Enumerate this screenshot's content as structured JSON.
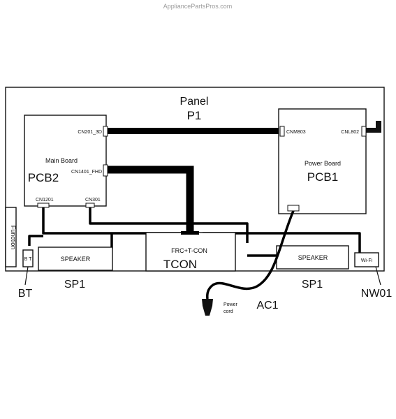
{
  "watermark": "AppliancePartsPros.com",
  "panel": {
    "label": "Panel",
    "code": "P1"
  },
  "main_board": {
    "label": "Main Board",
    "code": "PCB2",
    "connectors": [
      "CN201_3D",
      "CN1401_FHD",
      "CN1201",
      "CN301"
    ]
  },
  "power_board": {
    "label": "Power Board",
    "code": "PCB1",
    "connectors": [
      "CNM803",
      "CNL802"
    ]
  },
  "function_key": {
    "label": "Function"
  },
  "bt_module": {
    "label": "B T",
    "code": "BT"
  },
  "speaker_left": {
    "label": "SPEAKER",
    "code": "SP1"
  },
  "speaker_right": {
    "label": "SPEAKER",
    "code": "SP1"
  },
  "tcon": {
    "label": "FRC+T-CON",
    "code": "TCON"
  },
  "wifi": {
    "label": "Wi-Fi",
    "code": "NW01"
  },
  "power_cord": {
    "label_line1": "Power",
    "label_line2": "cord",
    "code": "AC1"
  }
}
